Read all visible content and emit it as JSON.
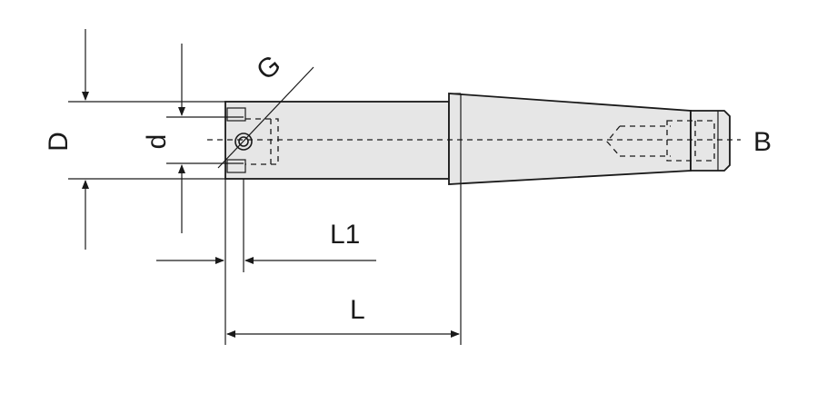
{
  "labels": {
    "D": "D",
    "d": "d",
    "G": "G",
    "B": "B",
    "L1": "L1",
    "L": "L"
  },
  "colors": {
    "stroke": "#1a1a1a",
    "fill": "#e6e6e6",
    "background": "#ffffff"
  }
}
